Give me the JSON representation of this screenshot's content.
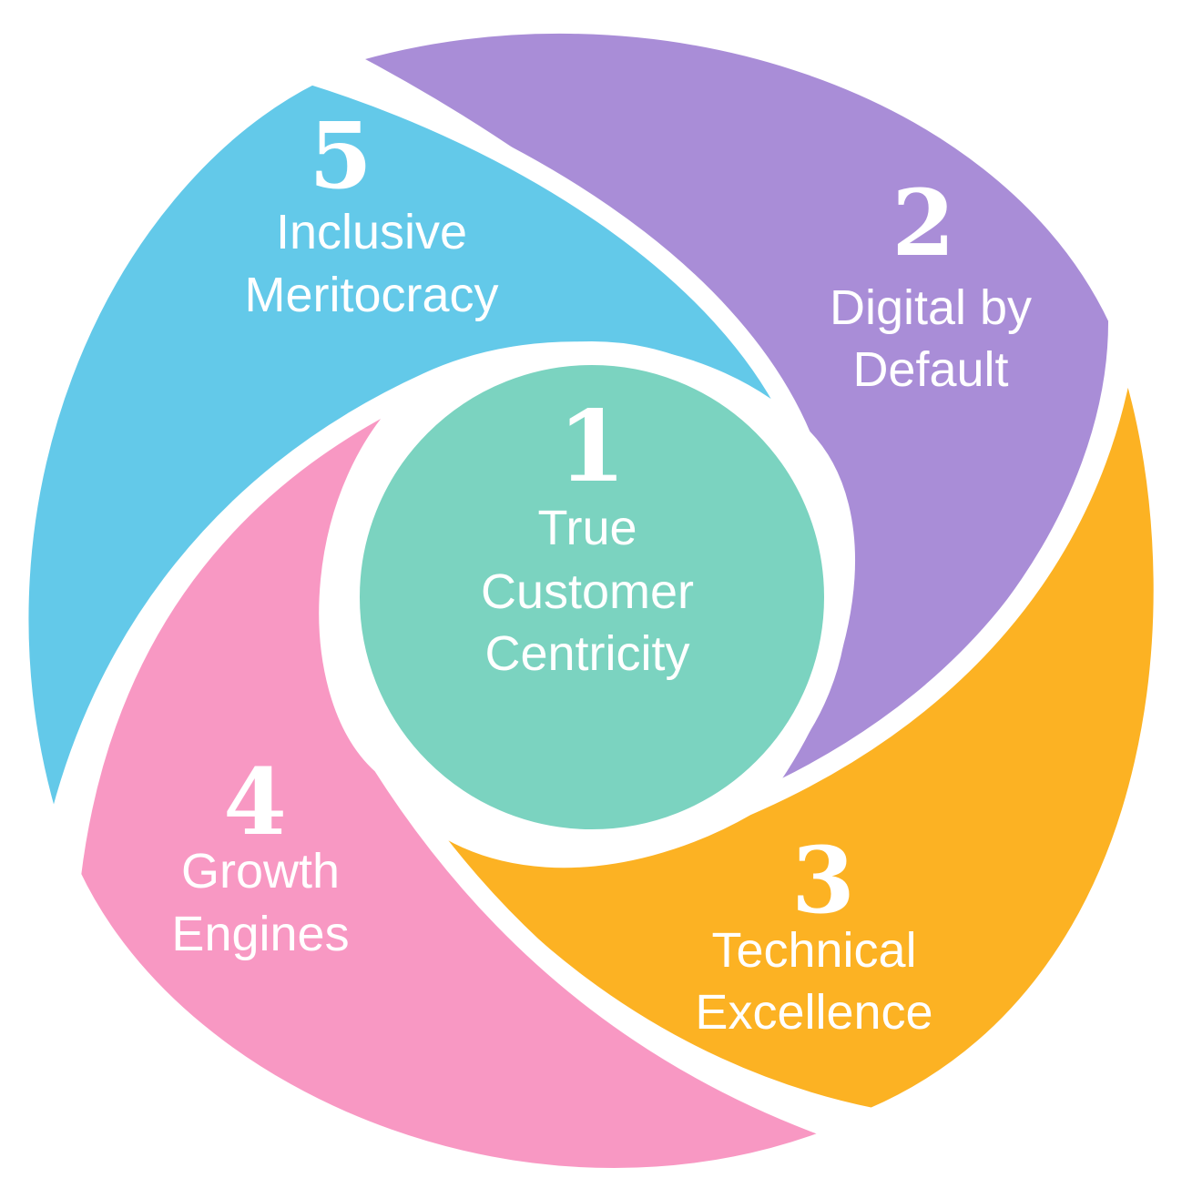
{
  "segments": [
    {
      "id": "center",
      "number": "1",
      "lines": [
        "True",
        "Customer",
        "Centricity"
      ],
      "color": "#7BD3C0"
    },
    {
      "id": "purple",
      "number": "2",
      "lines": [
        "Digital by",
        "Default"
      ],
      "color": "#A98DD7"
    },
    {
      "id": "orange",
      "number": "3",
      "lines": [
        "Technical",
        "Excellence"
      ],
      "color": "#FCB223"
    },
    {
      "id": "pink",
      "number": "4",
      "lines": [
        "Growth",
        "Engines"
      ],
      "color": "#F898C3"
    },
    {
      "id": "blue",
      "number": "5",
      "lines": [
        "Inclusive",
        "Meritocracy"
      ],
      "color": "#63C9E9"
    }
  ]
}
